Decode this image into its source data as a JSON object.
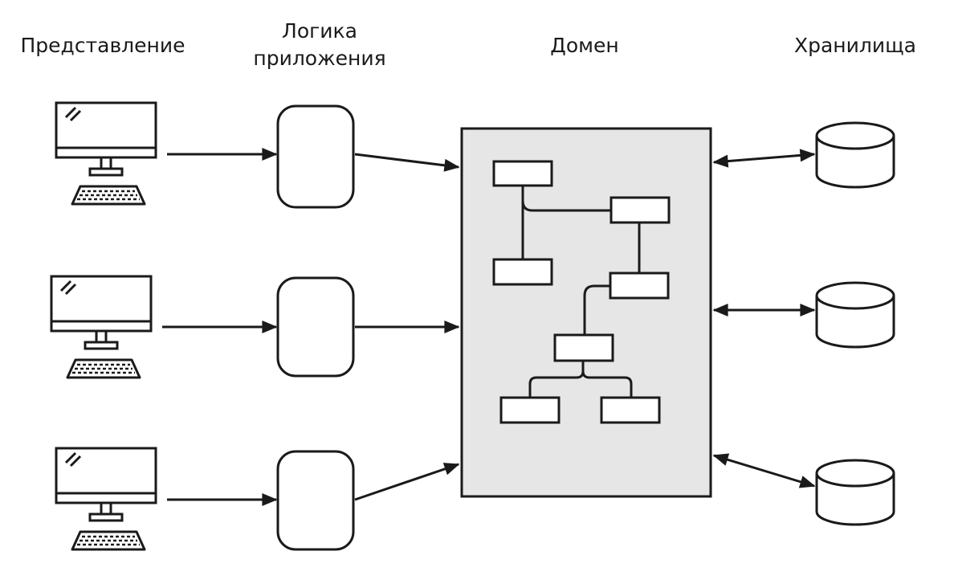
{
  "columns": {
    "presentation": "Представление",
    "app_logic": "Логика\nприложения",
    "domain": "Домен",
    "storage": "Хранилища"
  },
  "colors": {
    "stroke": "#1a1a1a",
    "domain_fill": "#e6e6e6",
    "background": "#ffffff"
  },
  "icons": [
    "monitor-icon",
    "keyboard-icon",
    "database-icon"
  ]
}
